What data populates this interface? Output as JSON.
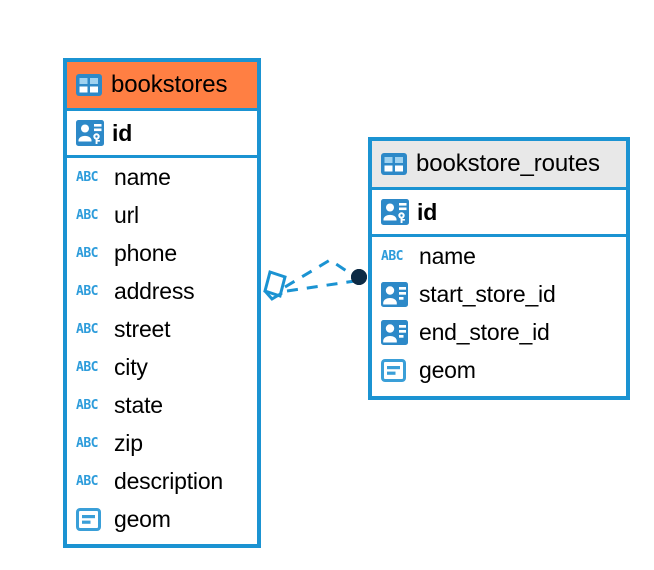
{
  "diagram": {
    "type": "entity-relationship-diagram",
    "background_color": "#ffffff",
    "accent_blue": "#1b93d2",
    "accent_orange": "#ff7f43",
    "header_gray": "#e8e8e8",
    "relationship_line_color": "#1b93d2",
    "relationship_endpoint_color": "#0d2b45"
  },
  "tables": [
    {
      "name": "bookstores",
      "header_color": "#ff7f43",
      "header_icon": "table-icon",
      "primary_key": {
        "label": "id",
        "icon": "primary-key-icon"
      },
      "fields": [
        {
          "label": "name",
          "icon": "abc-icon",
          "type_glyph": "ABC"
        },
        {
          "label": "url",
          "icon": "abc-icon",
          "type_glyph": "ABC"
        },
        {
          "label": "phone",
          "icon": "abc-icon",
          "type_glyph": "ABC"
        },
        {
          "label": "address",
          "icon": "abc-icon",
          "type_glyph": "ABC"
        },
        {
          "label": "street",
          "icon": "abc-icon",
          "type_glyph": "ABC"
        },
        {
          "label": "city",
          "icon": "abc-icon",
          "type_glyph": "ABC"
        },
        {
          "label": "state",
          "icon": "abc-icon",
          "type_glyph": "ABC"
        },
        {
          "label": "zip",
          "icon": "abc-icon",
          "type_glyph": "ABC"
        },
        {
          "label": "description",
          "icon": "abc-icon",
          "type_glyph": "ABC"
        },
        {
          "label": "geom",
          "icon": "geometry-icon",
          "type_glyph": ""
        }
      ]
    },
    {
      "name": "bookstore_routes",
      "header_color": "#e8e8e8",
      "header_icon": "table-icon",
      "primary_key": {
        "label": "id",
        "icon": "primary-key-icon"
      },
      "fields": [
        {
          "label": "name",
          "icon": "abc-icon",
          "type_glyph": "ABC"
        },
        {
          "label": "start_store_id",
          "icon": "foreign-key-icon",
          "type_glyph": ""
        },
        {
          "label": "end_store_id",
          "icon": "foreign-key-icon",
          "type_glyph": ""
        },
        {
          "label": "geom",
          "icon": "geometry-icon",
          "type_glyph": ""
        }
      ]
    }
  ],
  "relationships": [
    {
      "from_table": "bookstores",
      "to_table": "bookstore_routes",
      "line_style": "dashed",
      "from_marker": "rhombus-marker",
      "to_marker": "filled-circle-marker"
    },
    {
      "from_table": "bookstores",
      "to_table": "bookstore_routes",
      "line_style": "dashed",
      "from_marker": "rhombus-marker",
      "to_marker": "filled-circle-marker"
    }
  ]
}
